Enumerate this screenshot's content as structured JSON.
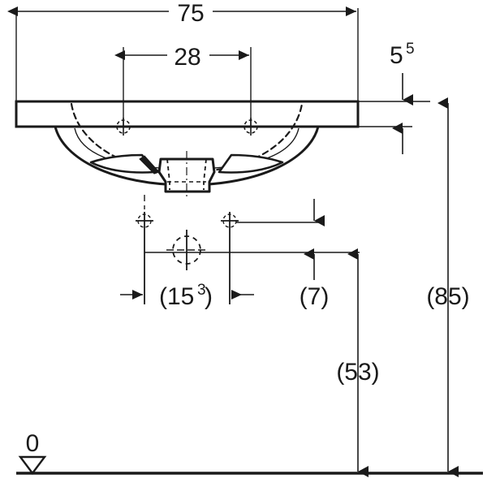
{
  "drawing": {
    "title": "Washbasin technical dimension drawing",
    "units_note": "",
    "line_color": "#1a1a1a",
    "background_color": "#ffffff",
    "dimensions": {
      "overall_width": {
        "label": "75",
        "superscript": "",
        "type": "horizontal",
        "position": "top"
      },
      "tap_hole_spacing": {
        "label": "28",
        "superscript": "",
        "type": "horizontal",
        "position": "top-inner"
      },
      "slab_thickness": {
        "label": "5",
        "superscript": "5",
        "type": "vertical",
        "position": "right-upper"
      },
      "waste_offset": {
        "label": "(15³)",
        "base": "(15",
        "superscript": "3",
        "suffix": ")",
        "type": "horizontal",
        "position": "middle"
      },
      "trap_depth": {
        "label": "(7)",
        "type": "vertical",
        "position": "middle-right"
      },
      "trap_height": {
        "label": "(53)",
        "type": "vertical",
        "position": "lower-right"
      },
      "mounting_height": {
        "label": "(85)",
        "type": "vertical",
        "position": "far-right"
      }
    },
    "datum": {
      "label": "0",
      "marker": "triangle-down-icon",
      "description": "finished floor level datum"
    }
  }
}
